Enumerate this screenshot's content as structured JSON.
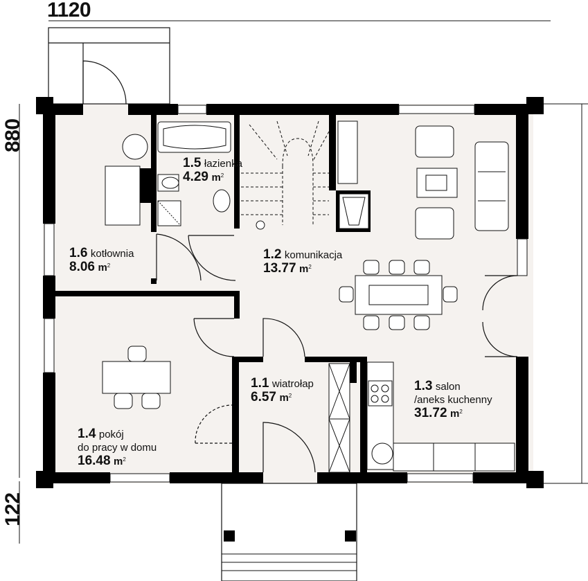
{
  "dimensions": {
    "width": "1120",
    "height": "880",
    "stairs": "122"
  },
  "rooms": [
    {
      "id": "1.1",
      "line1": "wiatrołap",
      "area": "6.57",
      "unit": "m",
      "sup": "2"
    },
    {
      "id": "1.2",
      "line1": "komunikacja",
      "area": "13.77",
      "unit": "m",
      "sup": "2"
    },
    {
      "id": "1.3",
      "line1": "salon",
      "line2": "/aneks kuchenny",
      "area": "31.72",
      "unit": "m",
      "sup": "2"
    },
    {
      "id": "1.4",
      "line1": "pokój",
      "line2": "do pracy w domu",
      "area": "16.48",
      "unit": "m",
      "sup": "2"
    },
    {
      "id": "1.5",
      "line1": "łazienka",
      "area": "4.29",
      "unit": "m",
      "sup": "2"
    },
    {
      "id": "1.6",
      "line1": "kotłownia",
      "area": "8.06",
      "unit": "m",
      "sup": "2"
    }
  ],
  "colors": {
    "wall": "#000000",
    "floor": "#f5f2ef",
    "line": "#111111"
  }
}
